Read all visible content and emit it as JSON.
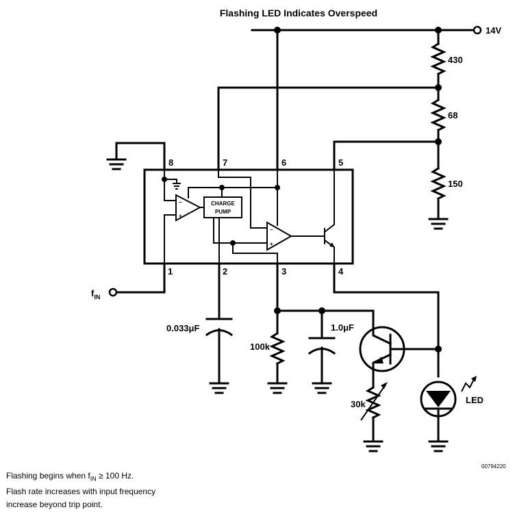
{
  "title": "Flashing LED Indicates Overspeed",
  "supply_label": "14V",
  "resistors": {
    "r430": "430",
    "r68": "68",
    "r150": "150",
    "r100k": "100k",
    "r30k": "30k"
  },
  "capacitors": {
    "c1": "0.033μF",
    "c2": "1.0μF"
  },
  "pins": {
    "p8": "8",
    "p7": "7",
    "p6": "6",
    "p5": "5",
    "p1": "1",
    "p2": "2",
    "p3": "3",
    "p4": "4"
  },
  "ic": {
    "charge_pump_line1": "CHARGE",
    "charge_pump_line2": "PUMP"
  },
  "input_label": "f",
  "input_subscript": "IN",
  "led_label": "LED",
  "figure_code": "00794220",
  "notes": {
    "line1_pre": "Flashing begins when f",
    "line1_sub": "IN",
    "line1_post": " ≥ 100 Hz.",
    "line2": "Flash rate increases with input frequency",
    "line3": "increase beyond trip point."
  }
}
